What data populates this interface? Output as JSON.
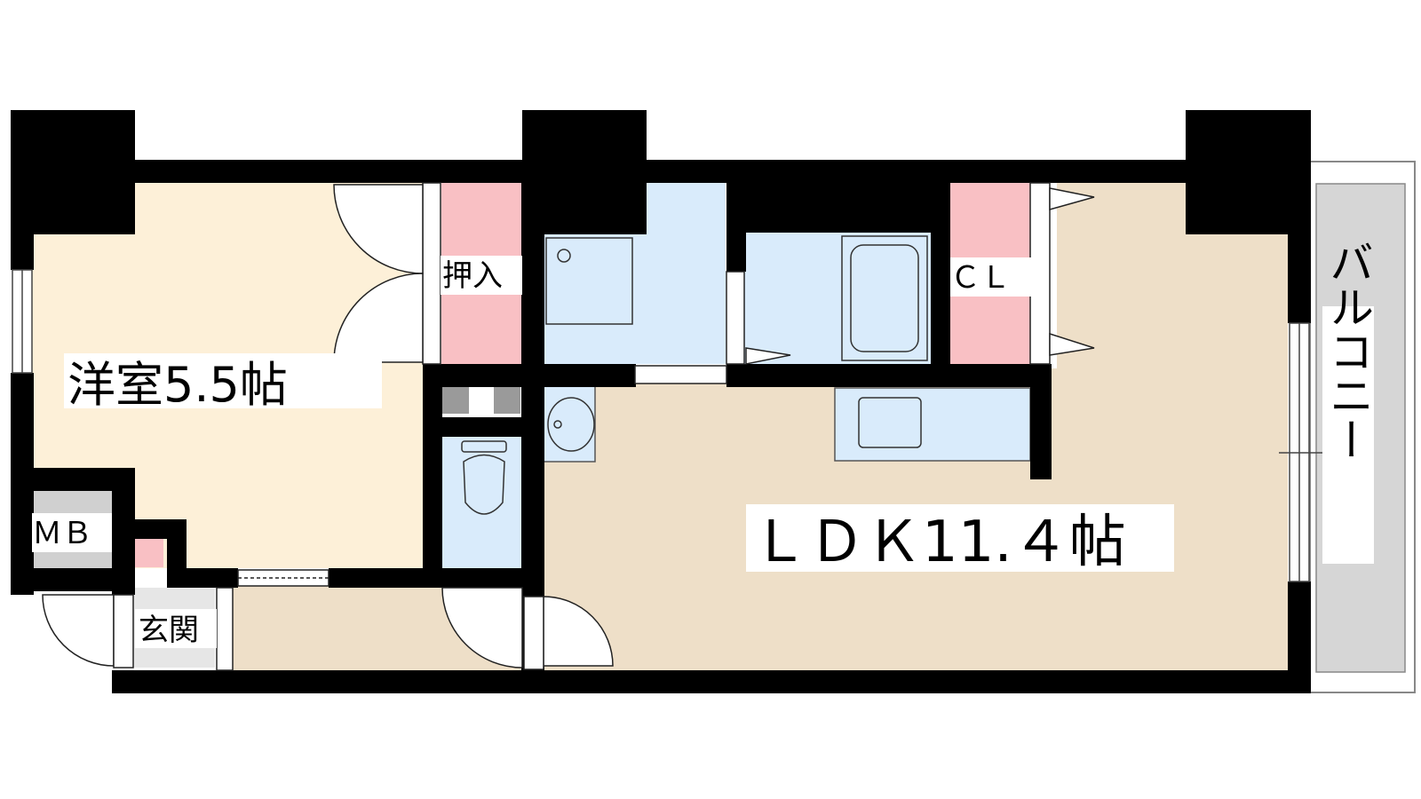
{
  "floor_plan": {
    "rooms": {
      "western_room": "洋室5.5帖",
      "ldk": "ＬＤＫ11.４帖",
      "closet_oshiire": "押入",
      "closet_cl": "ＣＬ",
      "meter_box": "ＭＢ",
      "entrance": "玄関",
      "balcony": "バルコニー"
    },
    "colors": {
      "wall": "#000000",
      "western_room_floor": "#fdf0d8",
      "ldk_floor": "#eedfc8",
      "water_area": "#d9ebfb",
      "closet": "#f9c0c4",
      "balcony": "#d6d6d6",
      "meter_box": "#d0d0d0"
    }
  }
}
